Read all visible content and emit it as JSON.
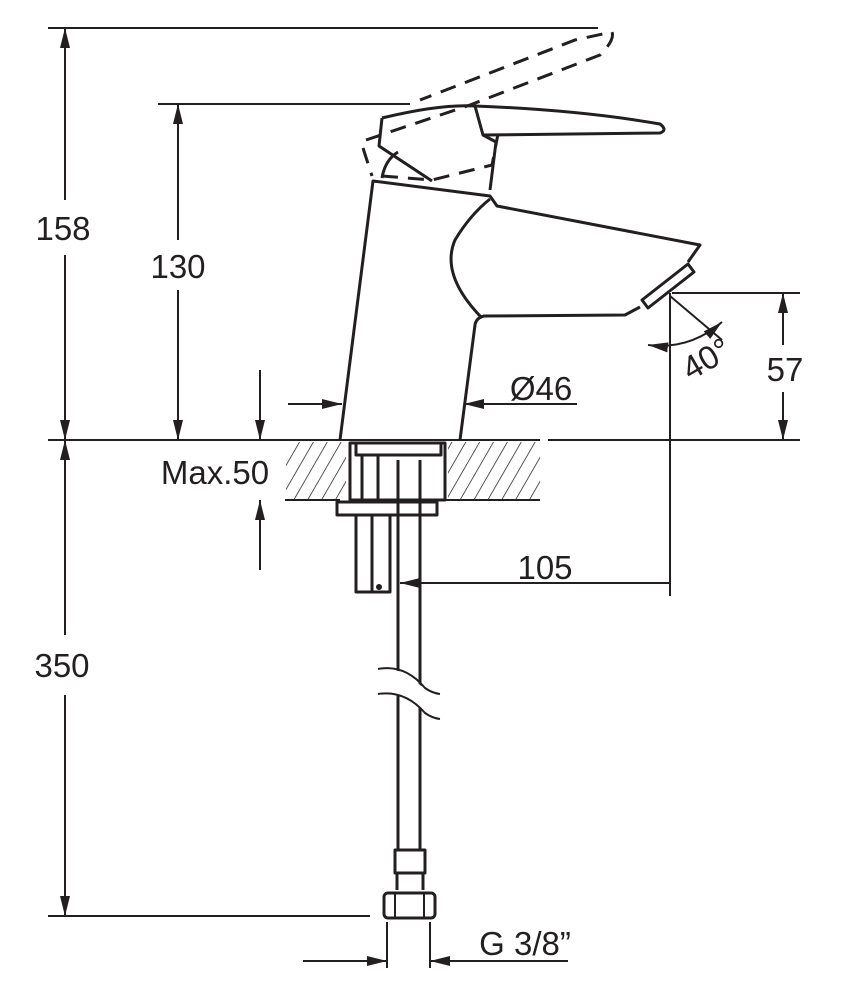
{
  "title": "Single-lever basin mixer dimension drawing",
  "dimensions": {
    "total_height": "158",
    "body_height": "130",
    "hose_length": "350",
    "max_deck_thickness": "Max.50",
    "body_diameter": "Ø46",
    "spout_height": "57",
    "spout_angle": "40°",
    "spout_reach": "105",
    "connection_thread": "G 3/8”"
  },
  "colors": {
    "line": "#231f20",
    "background": "#ffffff"
  }
}
